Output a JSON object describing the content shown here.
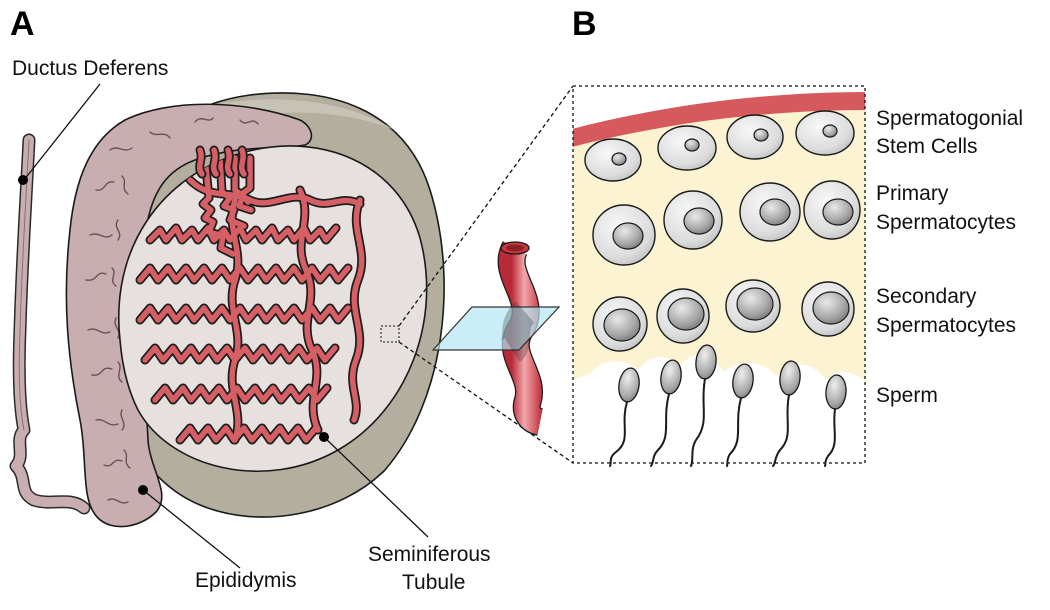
{
  "panels": {
    "a": "A",
    "b": "B"
  },
  "labels": {
    "ductus_deferens": "Ductus Deferens",
    "epididymis": "Epididymis",
    "seminiferous_line1": "Seminiferous",
    "seminiferous_line2": "Tubule",
    "ssc_line1": "Spermatogonial",
    "ssc_line2": "Stem Cells",
    "primary_line1": "Primary",
    "primary_line2": "Spermatocytes",
    "secondary_line1": "Secondary",
    "secondary_line2": "Spermatocytes",
    "sperm": "Sperm"
  },
  "colors": {
    "tunica": "#b3ae9e",
    "testis_interior": "#e6e1df",
    "epididymis": "#c8aeb1",
    "tubule": "#d65f66",
    "lumen": "#fbf3d2",
    "basement_membrane": "#d6595e",
    "section_plane": "#b4e6f4"
  }
}
